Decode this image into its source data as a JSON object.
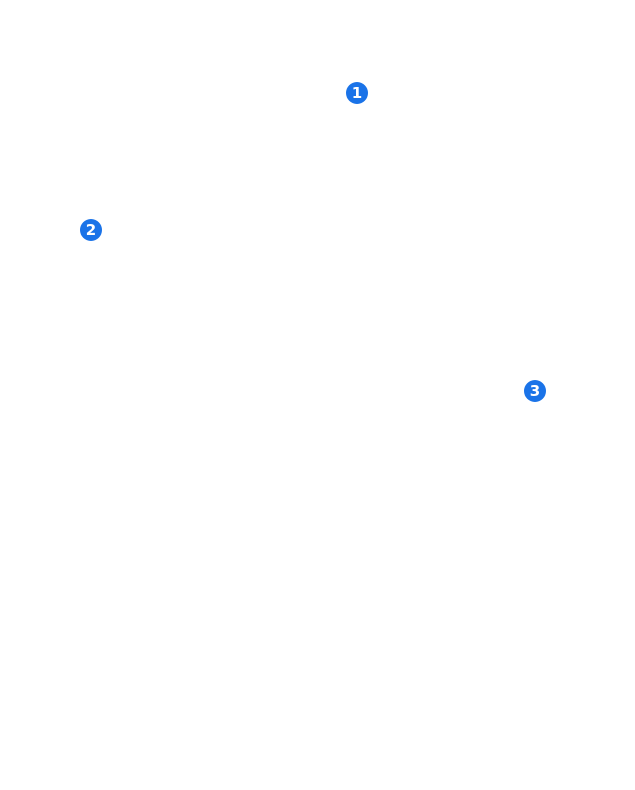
{
  "callouts": [
    {
      "label": "1"
    },
    {
      "label": "2"
    },
    {
      "label": "3"
    }
  ],
  "colors": {
    "callout_fill": "#1a73e8",
    "callout_text": "#ffffff",
    "background": "#ffffff"
  }
}
